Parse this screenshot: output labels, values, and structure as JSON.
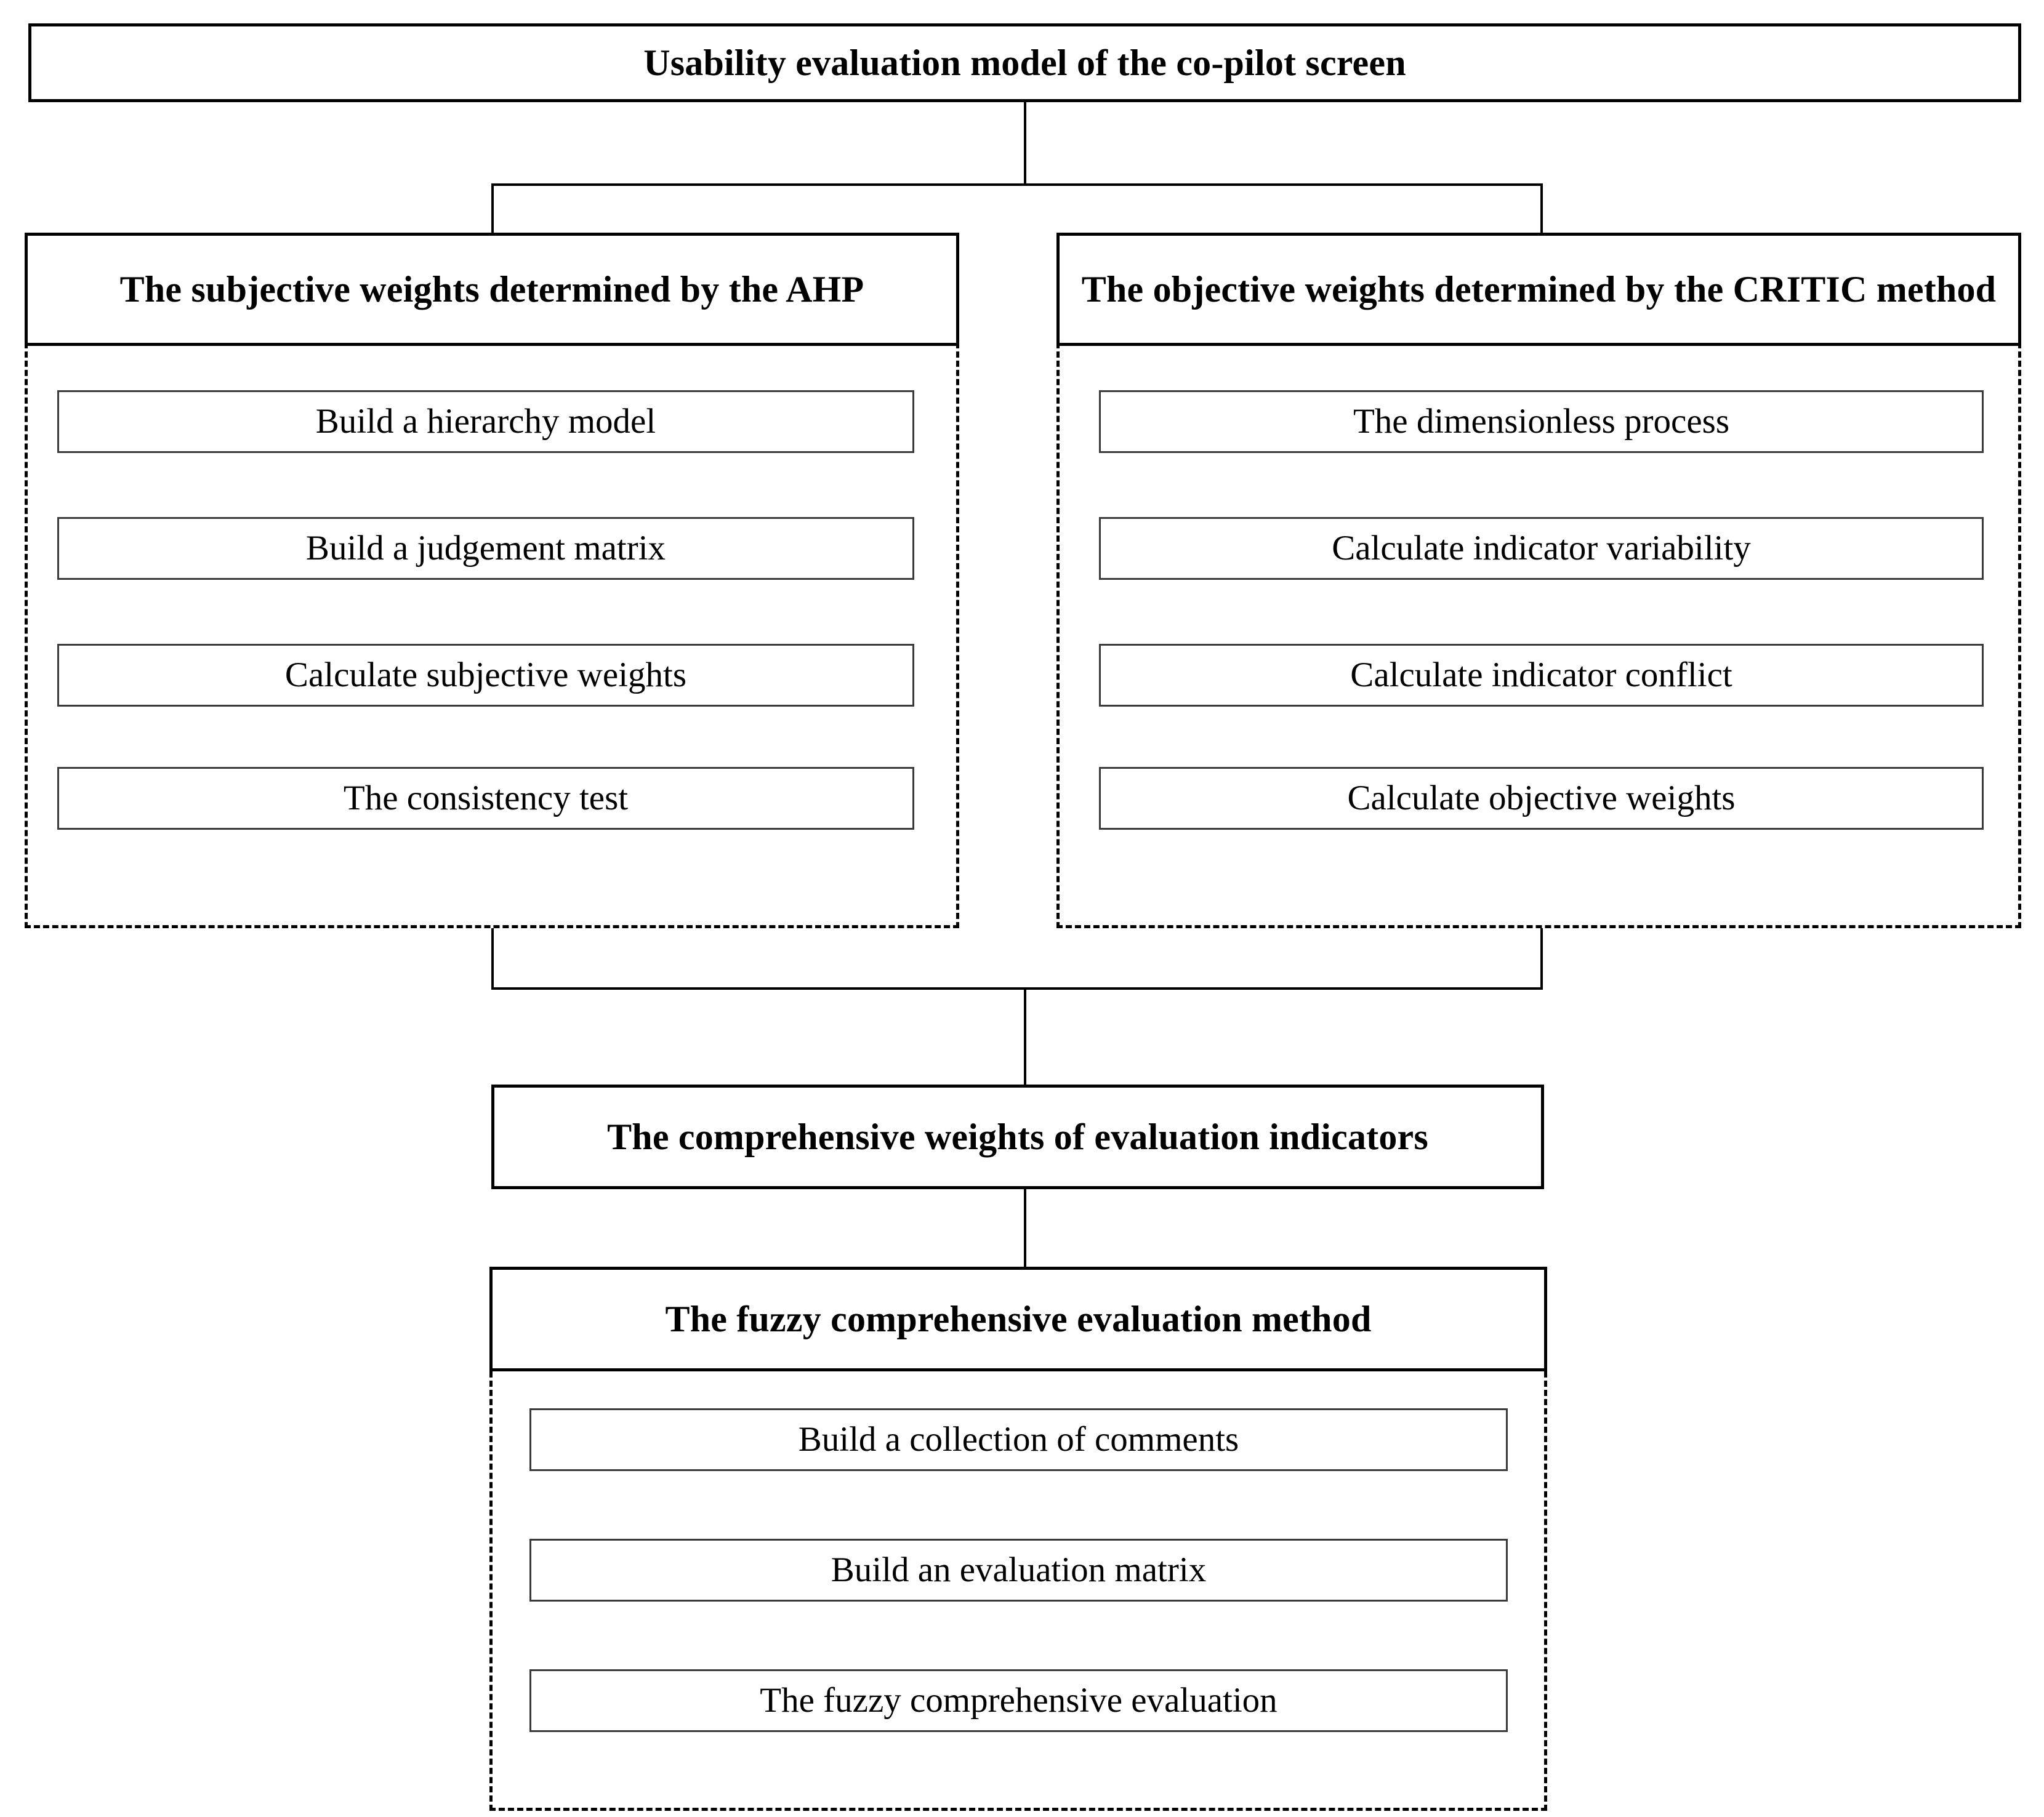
{
  "diagram": {
    "title": "Usability evaluation model of the co-pilot screen",
    "type": "flowchart",
    "root": {
      "label": "Usability evaluation model of the co-pilot screen"
    },
    "branches": [
      {
        "id": "ahp",
        "header": "The subjective weights determined by the AHP",
        "steps": [
          "Build a hierarchy model",
          "Build a judgement matrix",
          "Calculate subjective weights",
          "The consistency test"
        ]
      },
      {
        "id": "critic",
        "header": "The objective weights determined by the CRITIC method",
        "steps": [
          "The dimensionless process",
          "Calculate indicator variability",
          "Calculate indicator conflict",
          "Calculate objective weights"
        ]
      }
    ],
    "merge": {
      "label": "The comprehensive weights of evaluation indicators"
    },
    "final": {
      "header": "The fuzzy comprehensive evaluation method",
      "steps": [
        "Build a collection of comments",
        "Build an evaluation matrix",
        "The fuzzy comprehensive evaluation"
      ]
    },
    "colors": {
      "background": "#ffffff",
      "stroke": "#000000",
      "step_stroke": "#3a3a3a",
      "text": "#000000"
    }
  }
}
